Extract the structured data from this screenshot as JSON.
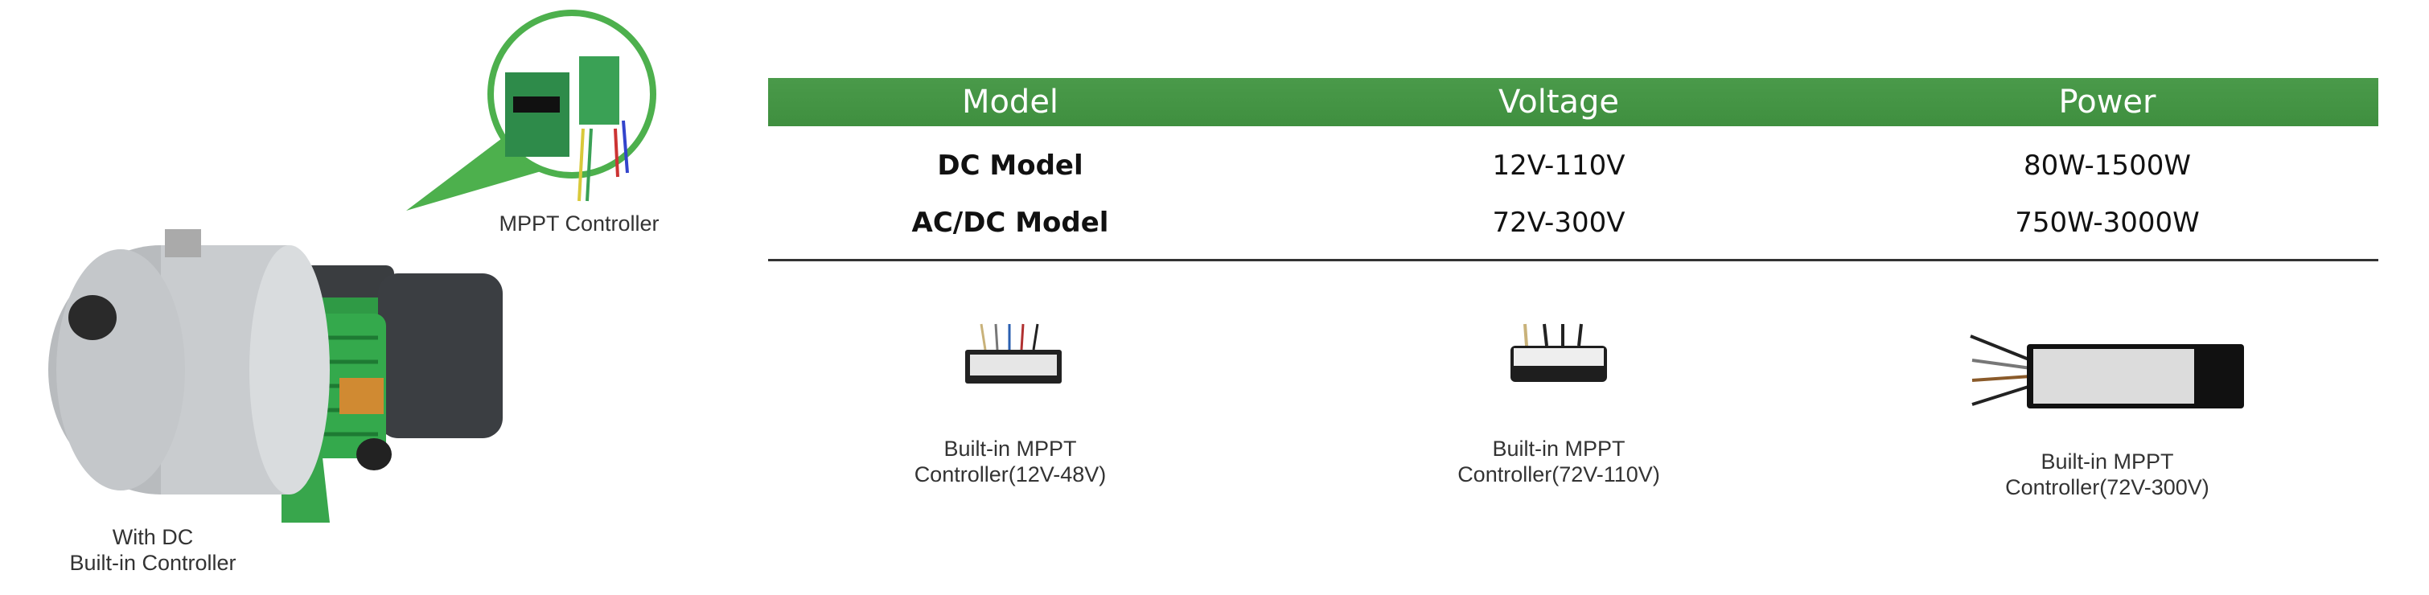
{
  "left_panel": {
    "callout_label": "MPPT Controller",
    "pump_caption_line1": "With DC",
    "pump_caption_line2": "Built-in Controller"
  },
  "table": {
    "headers": [
      "Model",
      "Voltage",
      "Power"
    ],
    "rows": [
      [
        "DC Model",
        "12V-110V",
        "80W-1500W"
      ],
      [
        "AC/DC Model",
        "72V-300V",
        "750W-3000W"
      ]
    ],
    "header_color": "#4a9a4a"
  },
  "controllers": [
    {
      "line1": "Built-in MPPT",
      "line2": "Controller(12V-48V)"
    },
    {
      "line1": "Built-in MPPT",
      "line2": "Controller(72V-110V)"
    },
    {
      "line1": "Built-in MPPT",
      "line2": "Controller(72V-300V)"
    }
  ]
}
